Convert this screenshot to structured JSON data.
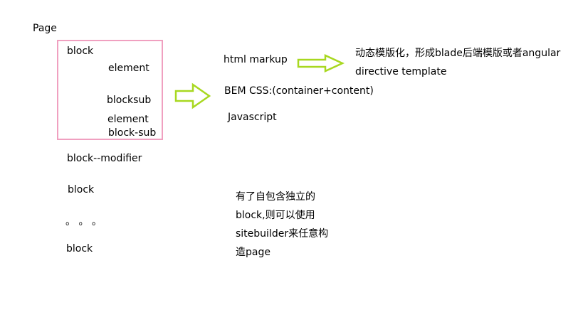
{
  "page_label": "Page",
  "block_group": {
    "block": "block",
    "element_1": "element",
    "blocksub": "blocksub",
    "element_2": "element",
    "block_sub": "block-sub"
  },
  "left_list": {
    "block_modifier": "block--modifier",
    "block_2": "block",
    "ellipsis": "。 。 。",
    "block_3": "block"
  },
  "middle": {
    "html_markup": "html markup",
    "bem_css": "BEM CSS:(container+content)",
    "javascript": "Javascript"
  },
  "right_note": {
    "line1": "动态模版化，形成blade后端模版或者angular",
    "line2": "directive template"
  },
  "bottom_note": {
    "line1": "有了自包含独立的",
    "line2": "block,则可以使用",
    "line3": "sitebuilder来任意构",
    "line4": "造page"
  },
  "colors": {
    "box_border": "#f0a0c0",
    "arrow_stroke": "#a8d820"
  }
}
